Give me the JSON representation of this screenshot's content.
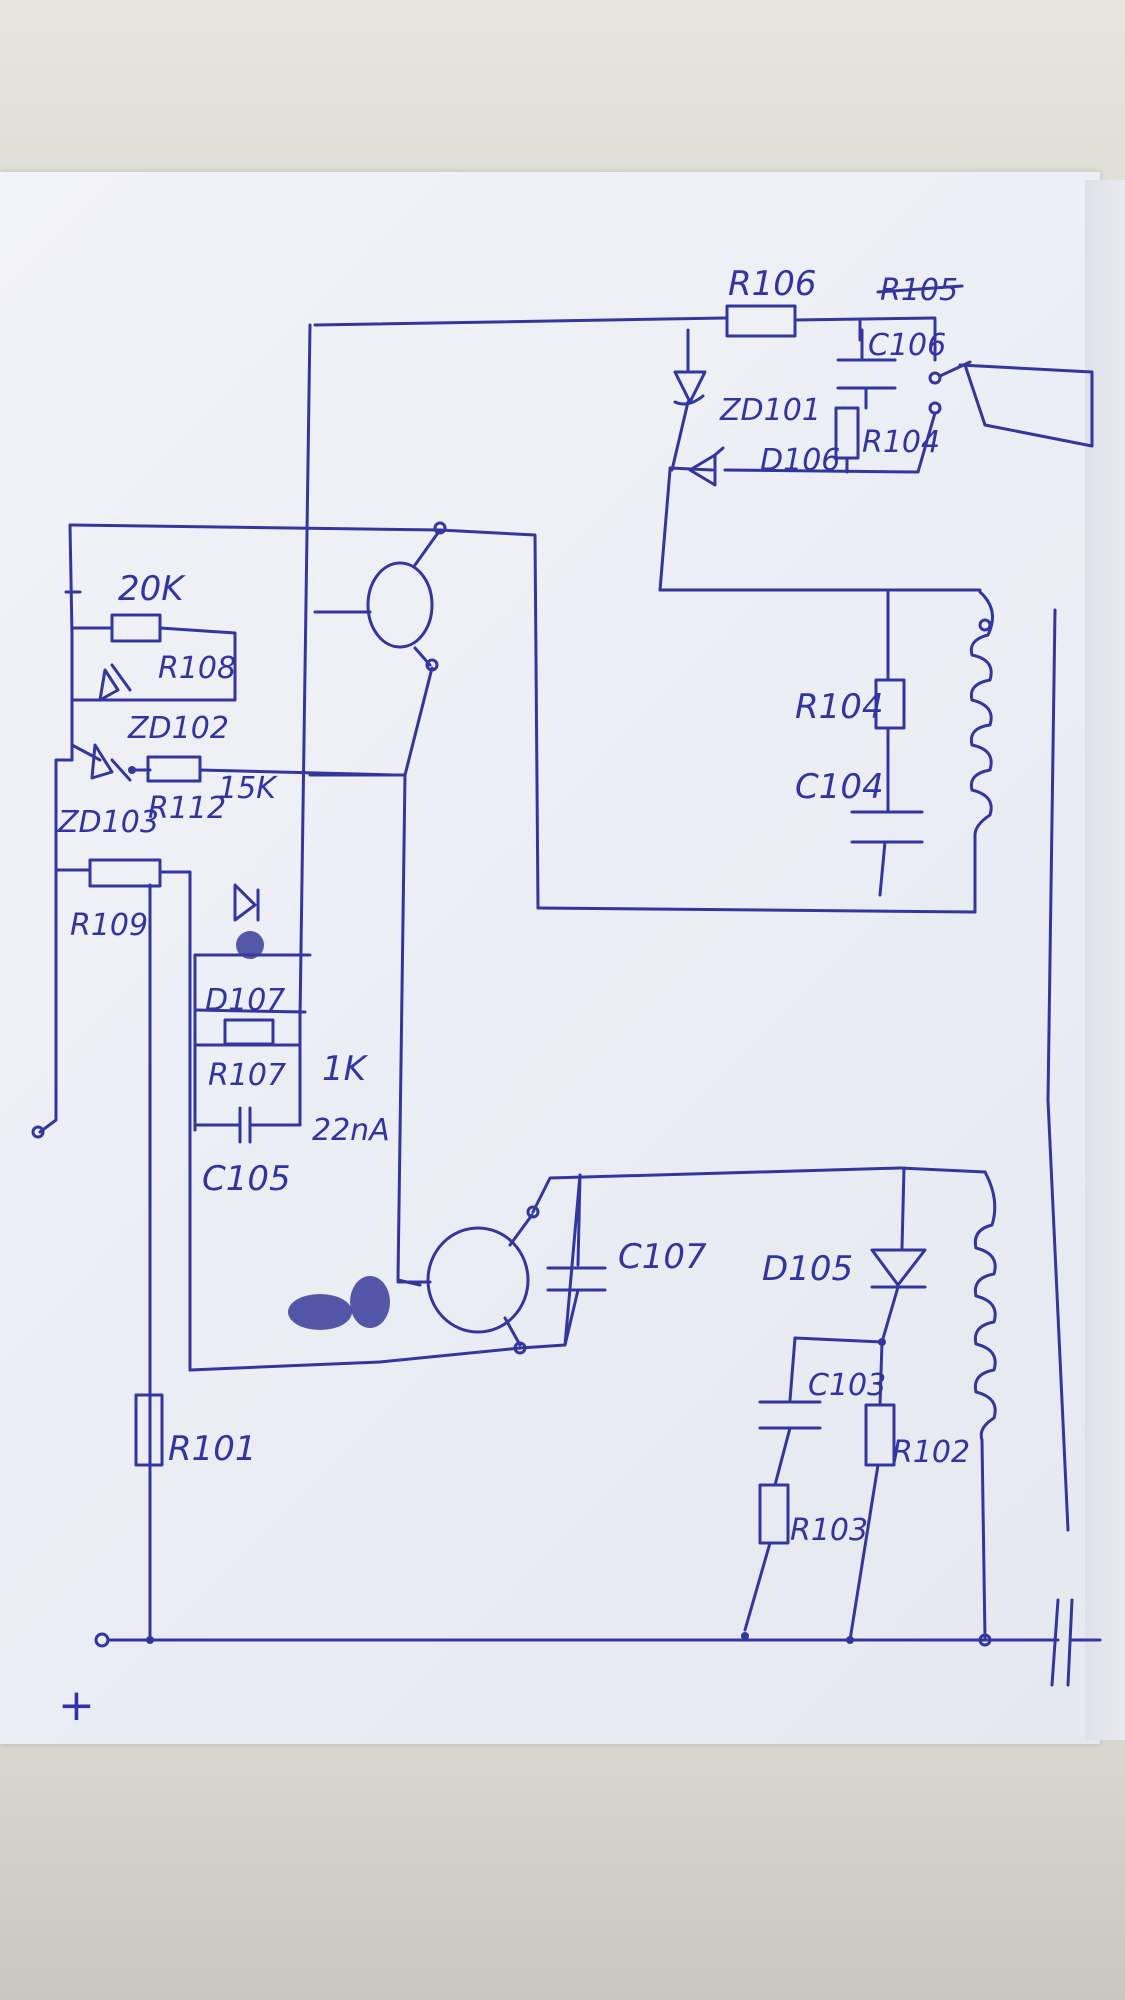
{
  "labels": {
    "r106": "R106",
    "r105_struck": "R105",
    "c106": "C106",
    "zd101": "ZD101",
    "r104_top": "R104",
    "d106": "D106",
    "r20k": "20K",
    "r108": "R108",
    "zd102": "ZD102",
    "r112": "R112",
    "r15k": "15K",
    "zd103": "ZD103",
    "r109": "R109",
    "d107": "D107",
    "r107": "R107",
    "r1k": "1K",
    "c22na": "22nA",
    "c105": "C105",
    "r104_mid": "R104",
    "c104": "C104",
    "c107": "C107",
    "d105": "D105",
    "c103": "C103",
    "r102": "R102",
    "r103": "R103",
    "r101": "R101",
    "plus": "+"
  }
}
